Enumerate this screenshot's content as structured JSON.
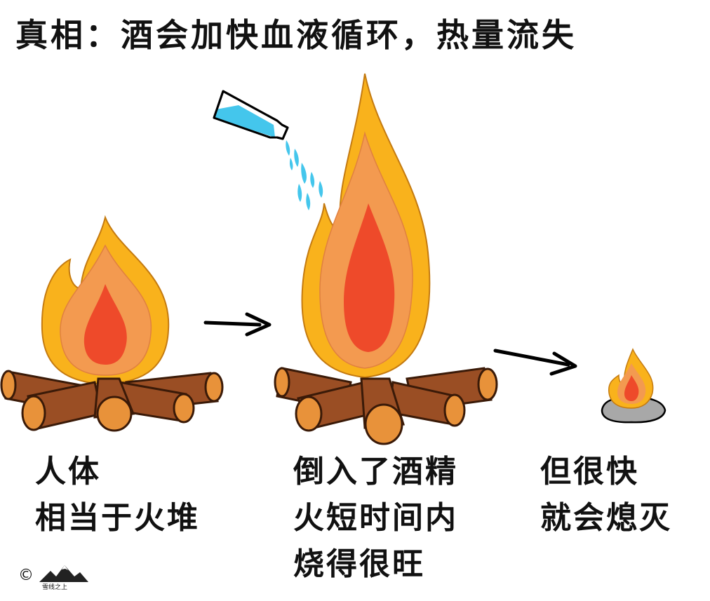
{
  "title": "真相：酒会加快血液循环，热量流失",
  "panels": [
    {
      "caption_lines": [
        "人体",
        "相当于火堆"
      ]
    },
    {
      "caption_lines": [
        "倒入了酒精",
        "火短时间内",
        "烧得很旺"
      ]
    },
    {
      "caption_lines": [
        "但很快",
        "就会熄灭"
      ]
    }
  ],
  "watermark": {
    "symbol": "©",
    "logo_text": "雪线之上"
  },
  "colors": {
    "flame_outer": "#F9B21C",
    "flame_mid": "#F39A50",
    "flame_inner": "#EE4A2A",
    "log_dark": "#9A4E24",
    "log_end": "#E8923A",
    "water": "#44C6EC",
    "ash": "#A8A8A8"
  }
}
